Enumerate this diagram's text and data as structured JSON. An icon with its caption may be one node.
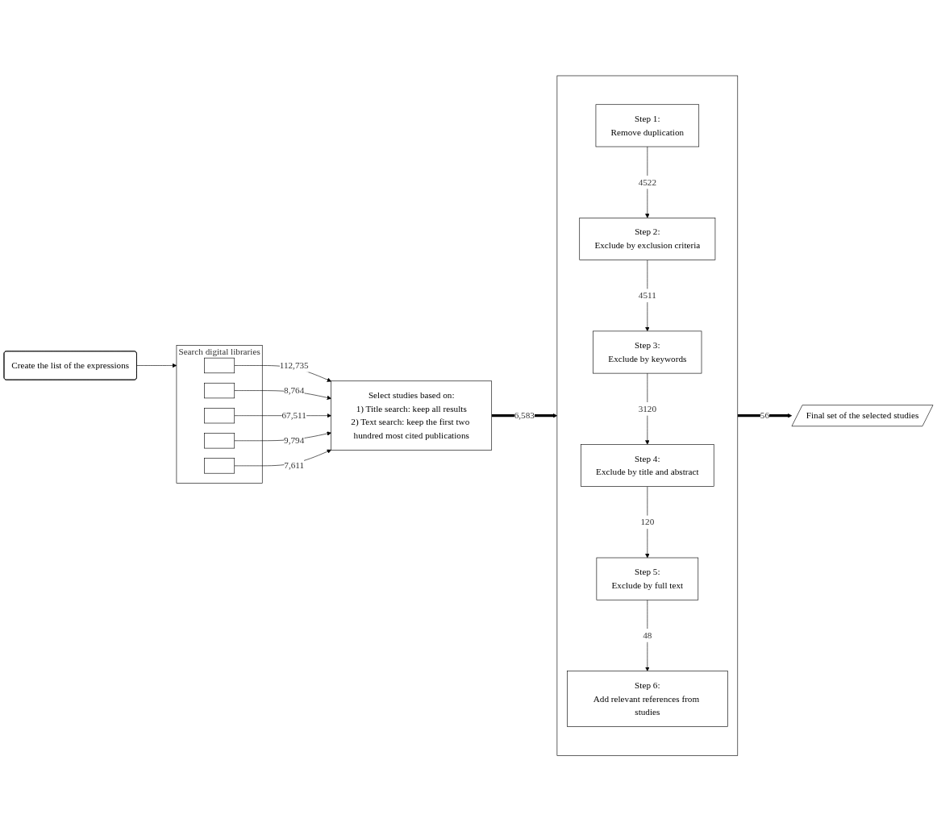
{
  "diagram": {
    "nodes": [
      {
        "text": [
          "Create the list of the expressions"
        ]
      },
      {
        "text": [
          "Search digital libraries"
        ]
      },
      {
        "text": [],
        "shape": "box",
        "in": 1
      },
      {
        "text": [],
        "shape": "box",
        "in": 1
      },
      {
        "text": [],
        "shape": "box",
        "in": 1
      },
      {
        "text": [],
        "shape": "box",
        "in": 1
      },
      {
        "text": [],
        "shape": "box",
        "in": 1
      },
      {
        "text": [
          "Select studies based on:",
          "1) Title search: keep all results",
          "2) Text search: keep the first two hundred most cited publications"
        ]
      },
      {
        "text": [],
        "shape": "box"
      },
      {
        "text": [
          "Step 1:",
          "Remove duplication"
        ],
        "in": 8
      },
      {
        "text": [
          "Step 2:",
          "Exclude by exclusion criteria"
        ],
        "in": 8
      },
      {
        "text": [
          "Step 3:",
          "Exclude by keywords"
        ],
        "in": 8
      },
      {
        "text": [
          "Step 4:",
          "Exclude by title and abstract"
        ],
        "in": 8
      },
      {
        "text": [
          "Step 5:",
          "Exclude by full text"
        ],
        "in": 8
      },
      {
        "text": [
          "Step 6:",
          "Add relevant references from studies"
        ],
        "in": 8
      },
      {
        "text": [
          "Final set of the selected studies"
        ]
      }
    ],
    "edges": [
      {
        "from": 0,
        "to": 1,
        "arrow": "to"
      },
      {
        "from": 2,
        "to": 7,
        "arrow": "to",
        "label": "112,735"
      },
      {
        "from": 3,
        "to": 7,
        "arrow": "to",
        "label": "8,764"
      },
      {
        "from": 4,
        "to": 7,
        "arrow": "to",
        "label": "67,511"
      },
      {
        "from": 5,
        "to": 7,
        "arrow": "to",
        "label": "9,794"
      },
      {
        "from": 6,
        "to": 7,
        "arrow": "to",
        "label": "7,611"
      },
      {
        "from": 7,
        "to": 8,
        "arrow": "to",
        "label": "6,583",
        "style": "thick"
      },
      {
        "from": 9,
        "to": 10,
        "arrow": "to",
        "label": "4522"
      },
      {
        "from": 10,
        "to": 11,
        "arrow": "to",
        "label": "4511"
      },
      {
        "from": 11,
        "to": 12,
        "arrow": "to",
        "label": "3120"
      },
      {
        "from": 12,
        "to": 13,
        "arrow": "to",
        "label": "120"
      },
      {
        "from": 13,
        "to": 14,
        "arrow": "to",
        "label": "48"
      },
      {
        "from": 8,
        "to": 15,
        "arrow": "to",
        "label": "56",
        "style": "thick"
      }
    ]
  }
}
